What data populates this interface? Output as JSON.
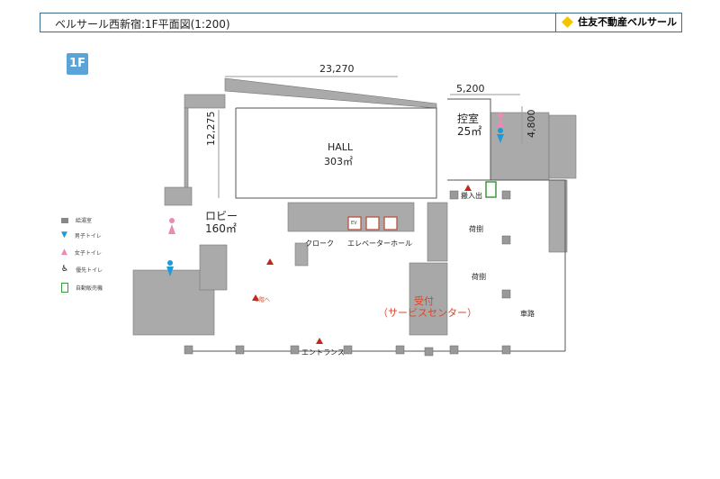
{
  "header": {
    "title": "ベルサール西新宿:1F平面図(1:200)",
    "brand": "住友不動産ベルサール"
  },
  "floor_badge": "1F",
  "dimensions": {
    "width_hall": "23,270",
    "height_hall": "12,275",
    "width_room": "5,200",
    "height_room": "4,800"
  },
  "rooms": {
    "hall": {
      "name": "HALL",
      "area": "303㎡"
    },
    "lobby": {
      "name": "ロビー",
      "area": "160㎡"
    },
    "control": {
      "name": "控室",
      "area": "25㎡"
    },
    "cloak": "クローク",
    "elevator_hall": "エレベーターホール",
    "loading1": "荷捌",
    "loading2": "荷捌",
    "carpark": "車路",
    "reception": "受付",
    "reception_sub": "（サービスセンター）",
    "entrance": "エントランス",
    "delivery": "搬入出",
    "to2f": "2階へ",
    "ev": "EV"
  },
  "legend": [
    {
      "icon": "kettle-icon",
      "label": "給湯室"
    },
    {
      "icon": "male-toilet-icon",
      "label": "男子トイレ"
    },
    {
      "icon": "female-toilet-icon",
      "label": "女子トイレ"
    },
    {
      "icon": "accessible-toilet-icon",
      "label": "優先トイレ"
    },
    {
      "icon": "vending-machine-icon",
      "label": "自動販売機"
    }
  ],
  "colors": {
    "wall": "#aaaaaa",
    "male": "#1e9bd7",
    "female": "#e98bb4",
    "marker": "#c0281c",
    "vending": "#3a9b3a",
    "badge": "#5aa5d8"
  }
}
